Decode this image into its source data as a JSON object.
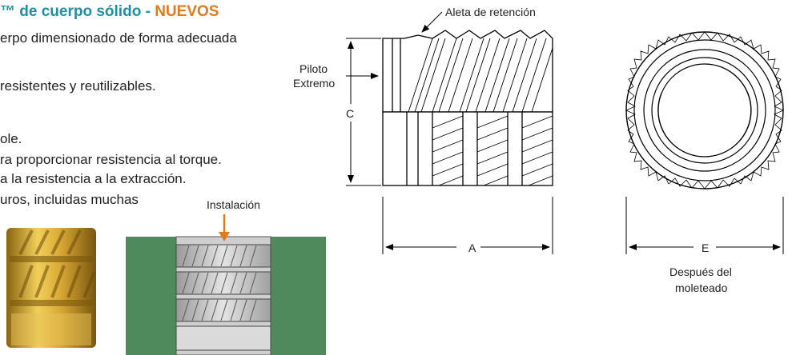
{
  "header": {
    "title_prefix": "™ de cuerpo sólido - ",
    "title_highlight": "NUEVOS"
  },
  "body_lines": [
    "erpo dimensionado de forma adecuada",
    "resistentes y reutilizables.",
    "ole.",
    "ra proporcionar resistencia al torque.",
    "a la resistencia a la extracción.",
    "uros, incluidas muchas"
  ],
  "install_image": {
    "label": "Instalación"
  },
  "side_view": {
    "fin_label": "Aleta de retención",
    "pilot_label_1": "Piloto",
    "pilot_label_2": "Extremo",
    "dim_c": "C",
    "dim_a": "A"
  },
  "end_view": {
    "dim_e": "E",
    "caption_1": "Después del",
    "caption_2": "moleteado"
  },
  "colors": {
    "title_teal": "#1f8fa3",
    "title_orange": "#e07a1e",
    "brass": "#c99a2e",
    "panel_green": "#4f8a5c",
    "arrow_orange": "#e07a1e"
  }
}
